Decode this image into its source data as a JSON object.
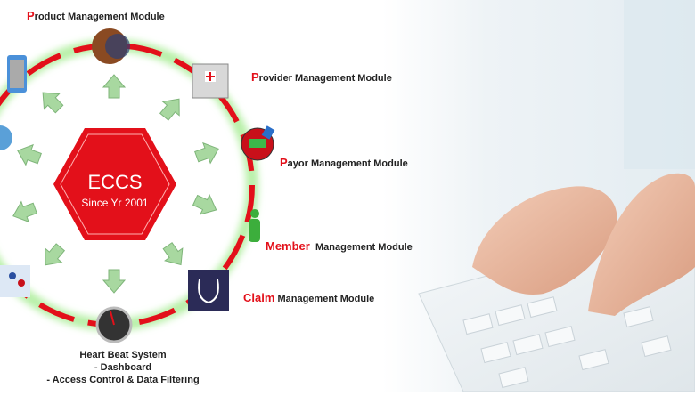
{
  "center": {
    "title": "ECCS",
    "subtitle": "Since Yr 2001"
  },
  "modules": [
    {
      "first": "P",
      "rest": "roduct Management Module"
    },
    {
      "first": "P",
      "rest": "rovider Management Module"
    },
    {
      "first": "P",
      "rest": "ayor Management Module"
    },
    {
      "first": "Member",
      "rest": "Management Module"
    },
    {
      "first": "Claim",
      "rest": "Management Module"
    }
  ],
  "heartbeat": {
    "title": "Heart Beat System",
    "items": [
      "-  Dashboard",
      "-  Access Control & Data Filtering"
    ]
  },
  "colors": {
    "accent": "#e3101a",
    "arrow": "#a8d8a0",
    "glow": "#b8f0a8"
  }
}
